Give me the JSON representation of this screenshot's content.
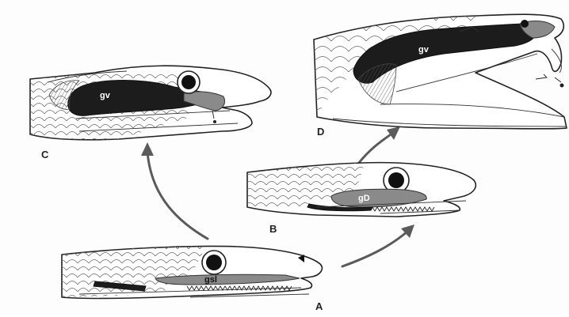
{
  "panels": {
    "a": {
      "letter": "A",
      "gland_label": "gsl"
    },
    "b": {
      "letter": "B",
      "gland_label": "gD"
    },
    "c": {
      "letter": "C",
      "gland_label": "gv"
    },
    "d": {
      "letter": "D",
      "gland_label": "gv"
    }
  },
  "colors": {
    "gland_dark": "#1c1c1c",
    "gland_mid": "#8a8a8a",
    "arrow": "#5b5b5b"
  }
}
